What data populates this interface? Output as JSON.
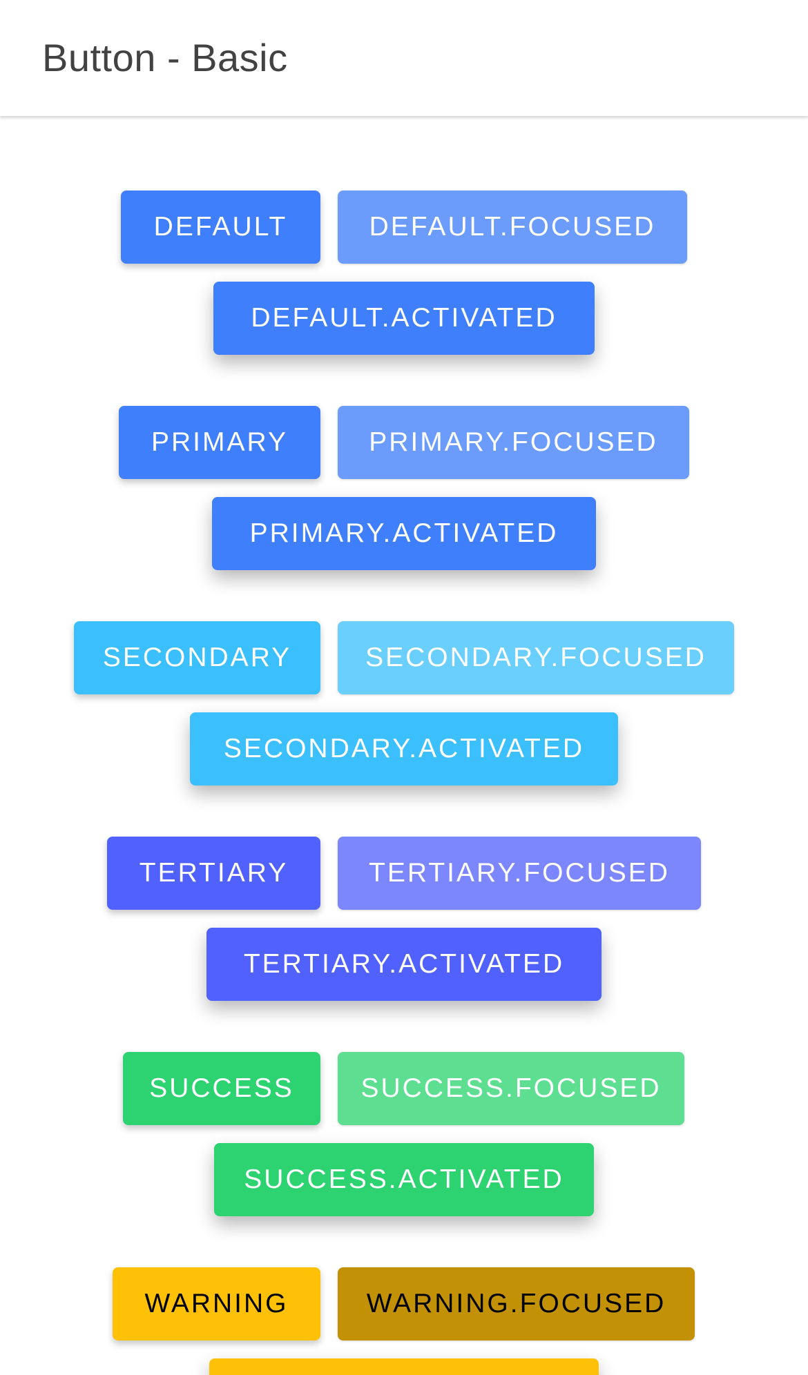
{
  "header": {
    "title": "Button - Basic"
  },
  "buttons": {
    "default": {
      "label": "DEFAULT",
      "focused_label": "DEFAULT.FOCUSED",
      "activated_label": "DEFAULT.ACTIVATED"
    },
    "primary": {
      "label": "PRIMARY",
      "focused_label": "PRIMARY.FOCUSED",
      "activated_label": "PRIMARY.ACTIVATED"
    },
    "secondary": {
      "label": "SECONDARY",
      "focused_label": "SECONDARY.FOCUSED",
      "activated_label": "SECONDARY.ACTIVATED"
    },
    "tertiary": {
      "label": "TERTIARY",
      "focused_label": "TERTIARY.FOCUSED",
      "activated_label": "TERTIARY.ACTIVATED"
    },
    "success": {
      "label": "SUCCESS",
      "focused_label": "SUCCESS.FOCUSED",
      "activated_label": "SUCCESS.ACTIVATED"
    },
    "warning": {
      "label": "WARNING",
      "focused_label": "WARNING.FOCUSED"
    }
  },
  "colors": {
    "default": "#3F7FFB",
    "default_focused": "#6B9CFC",
    "primary": "#3F7FFB",
    "primary_focused": "#6B9CFC",
    "secondary": "#3CC0FD",
    "secondary_focused": "#6ACFFD",
    "tertiary": "#5061FD",
    "tertiary_focused": "#7C86FD",
    "success": "#2ED371",
    "success_focused": "#5EDE91",
    "warning": "#FEC107",
    "warning_focused": "#C39105",
    "text_light": "#FFFFFF",
    "text_dark": "#000000"
  }
}
